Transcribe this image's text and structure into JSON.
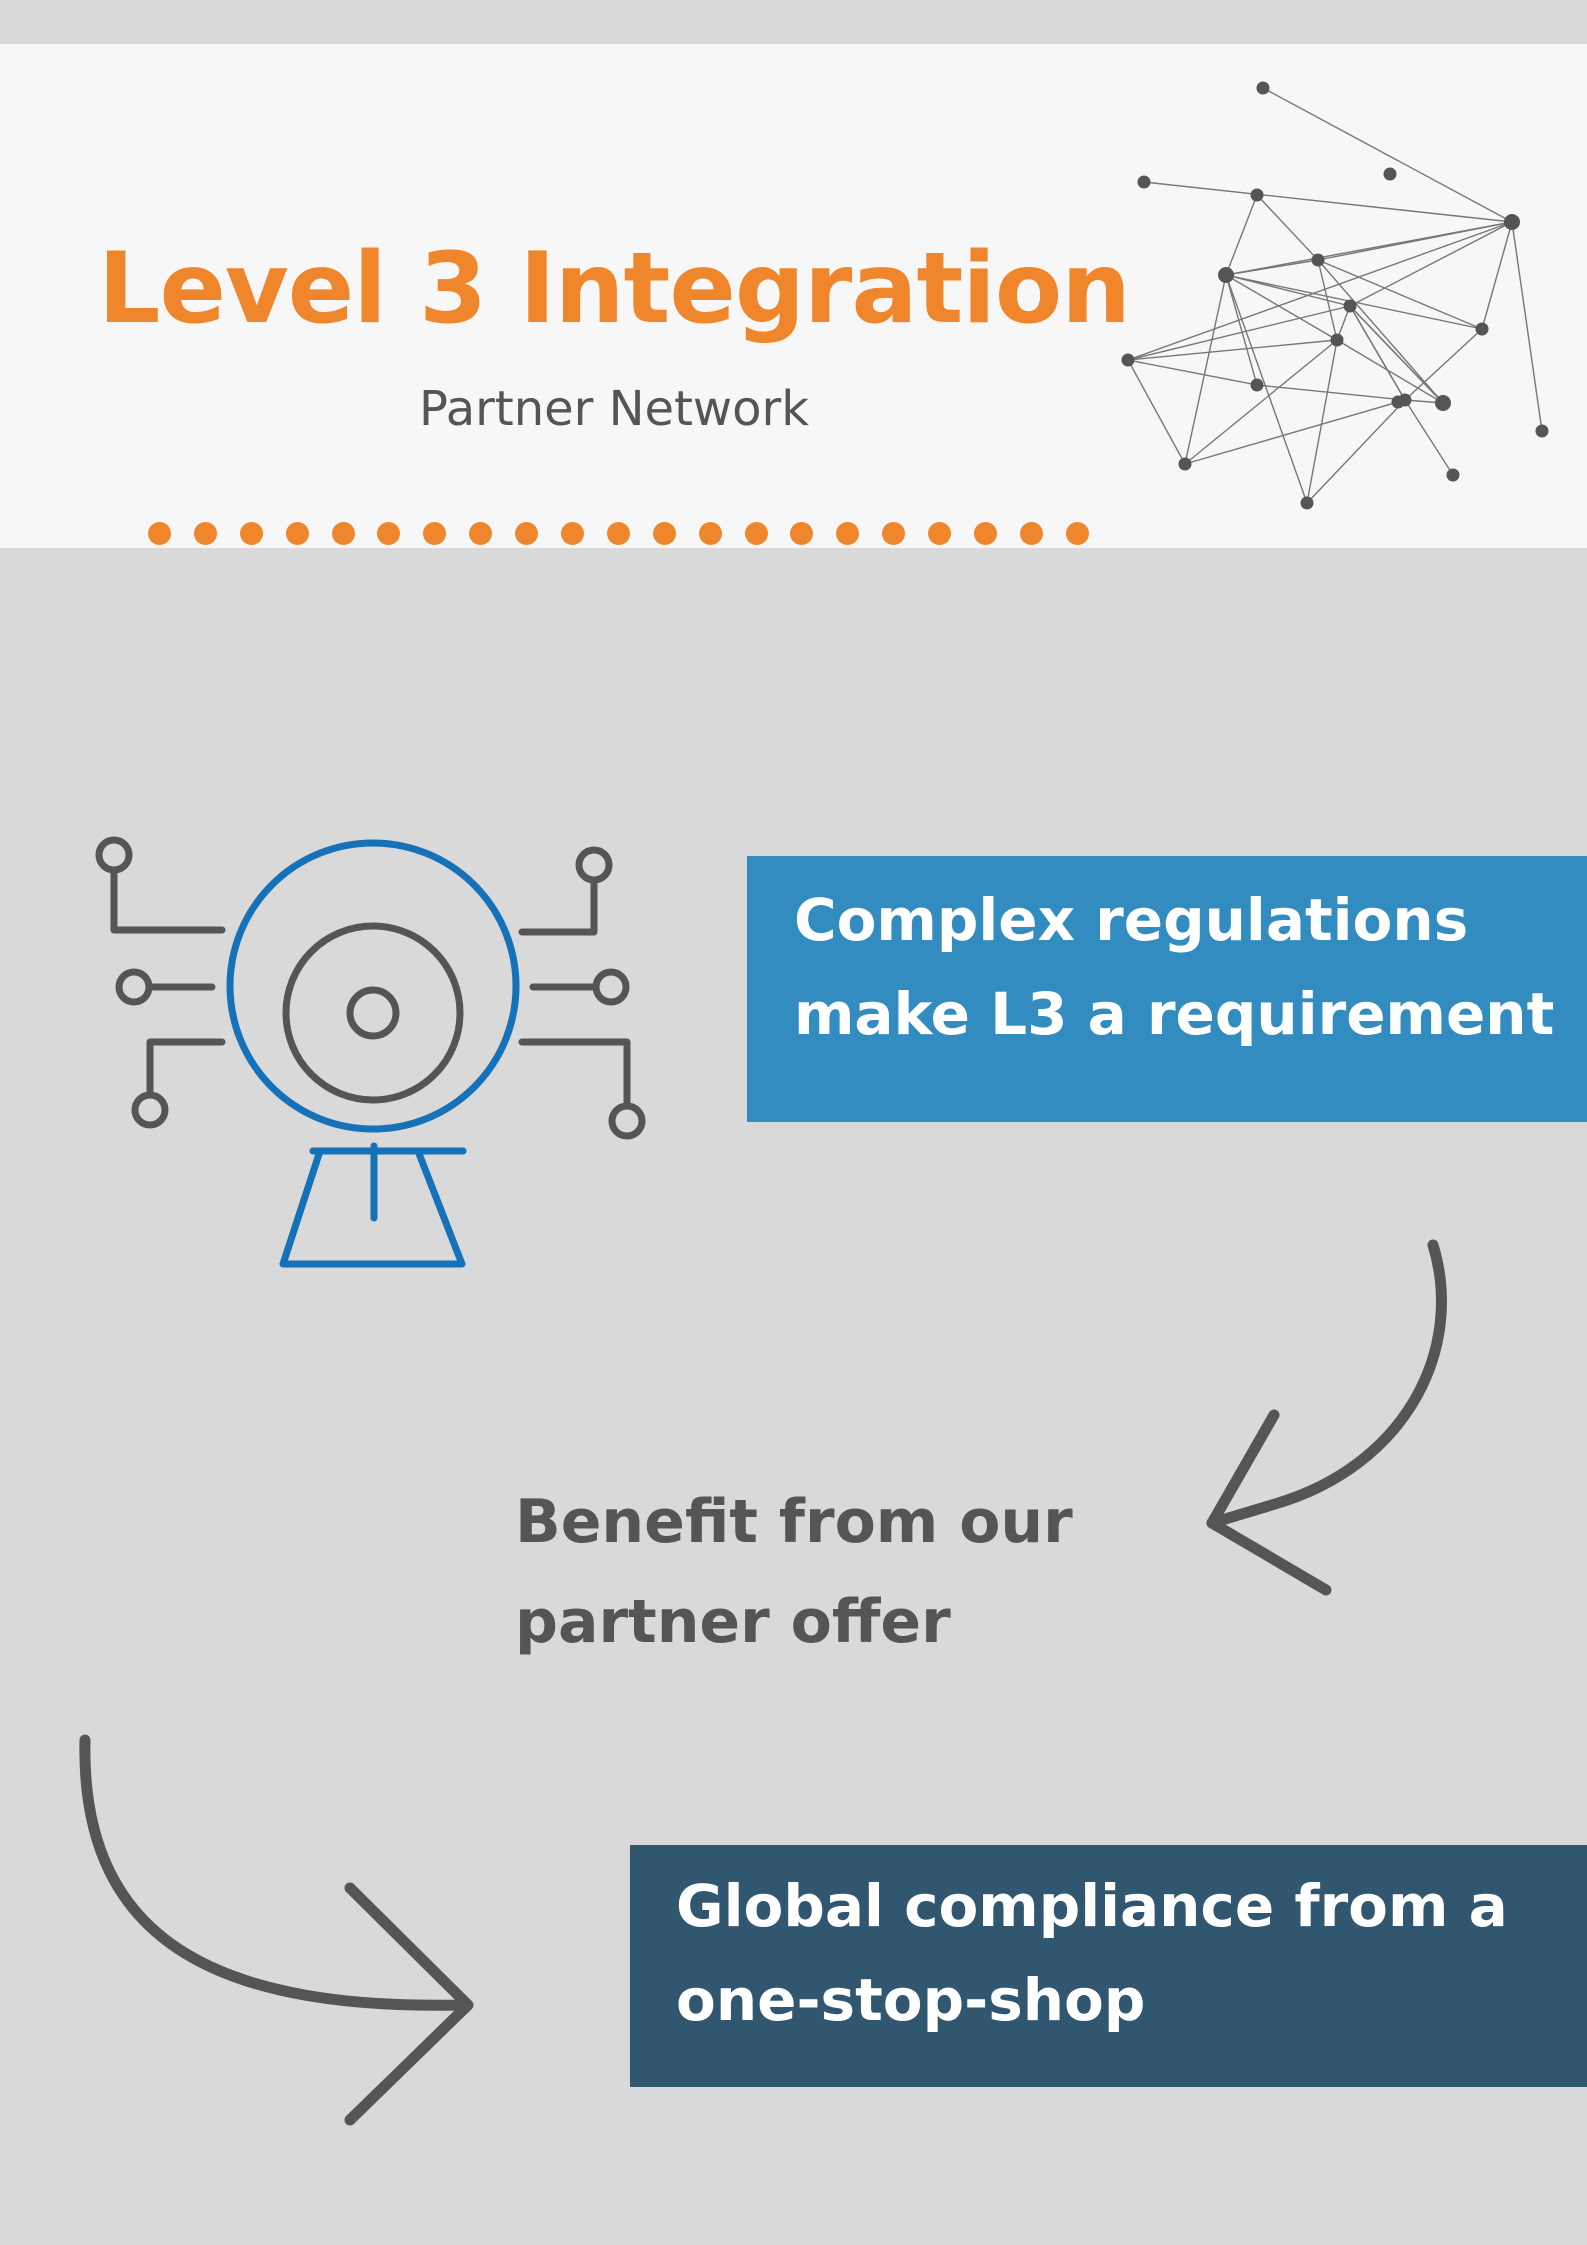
{
  "header": {
    "title": "Level 3 Integration",
    "subtitle": "Partner Network",
    "dot_count": 21
  },
  "cards": {
    "regulations": "Complex regulations make L3 a requirement",
    "benefit": "Benefit from our partner offer",
    "compliance": "Global compliance from a one-stop-shop"
  },
  "icons": {
    "network": "network-graph-icon",
    "target": "target-circuit-icon",
    "arrow1": "curved-arrow-left-icon",
    "arrow2": "curved-arrow-right-icon"
  },
  "colors": {
    "page_background": "#d9d9d9",
    "header_background": "#f7f7f7",
    "orange": "#f0862b",
    "dark_text": "#555555",
    "blue_box": "#338cc0",
    "navy_box": "#31566f",
    "icon_blue": "#1571b8",
    "icon_gray": "#555555"
  }
}
